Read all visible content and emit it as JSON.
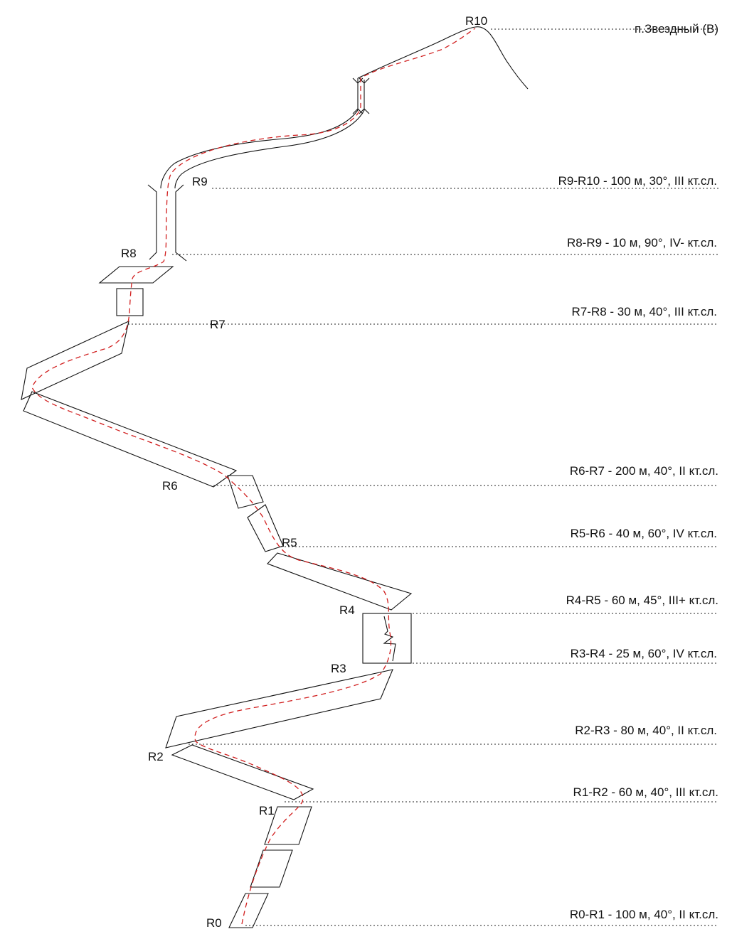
{
  "summit": {
    "station": "R10",
    "name": "п.Звездный (В)"
  },
  "stations": [
    "R0",
    "R1",
    "R2",
    "R3",
    "R4",
    "R5",
    "R6",
    "R7",
    "R8",
    "R9",
    "R10"
  ],
  "pitches": [
    "R9-R10 - 100 м, 30°, III кт.сл.",
    "R8-R9 - 10 м, 90°, IV- кт.сл.",
    "R7-R8 - 30 м, 40°, III кт.сл.",
    "R6-R7 - 200 м, 40°, II кт.сл.",
    "R5-R6 - 40 м, 60°, IV кт.сл.",
    "R4-R5 - 60 м, 45°, III+ кт.сл.",
    "R3-R4 - 25 м, 60°, IV кт.сл.",
    "R2-R3 - 80 м, 40°, II кт.сл.",
    "R1-R2 - 60 м, 40°, III кт.сл.",
    "R0-R1 - 100 м, 40°, II кт.сл."
  ],
  "colors": {
    "rock_outline": "#111111",
    "route_line": "#d11f1f",
    "leader_line": "#222222"
  }
}
